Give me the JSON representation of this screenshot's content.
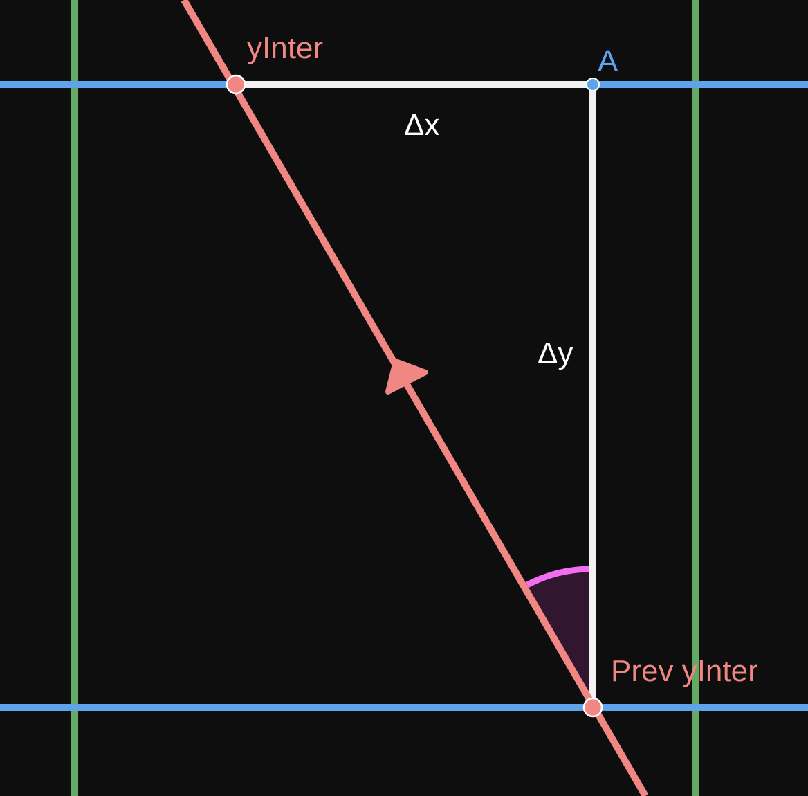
{
  "colors": {
    "background": "#0e0e0f",
    "grid_horizontal": "#5ea4ec",
    "grid_vertical": "#64a964",
    "ray": "#f08783",
    "triangle": "#f2f2f2",
    "angle_fill": "#321630",
    "angle_arc": "#f26ef0",
    "point_A": "#5ea4ec",
    "text_white": "#ffffff"
  },
  "labels": {
    "y_inter": "yInter",
    "point_a": "A",
    "delta_x": "Δx",
    "delta_y": "Δy",
    "prev_y_inter": "Prev yInter"
  }
}
